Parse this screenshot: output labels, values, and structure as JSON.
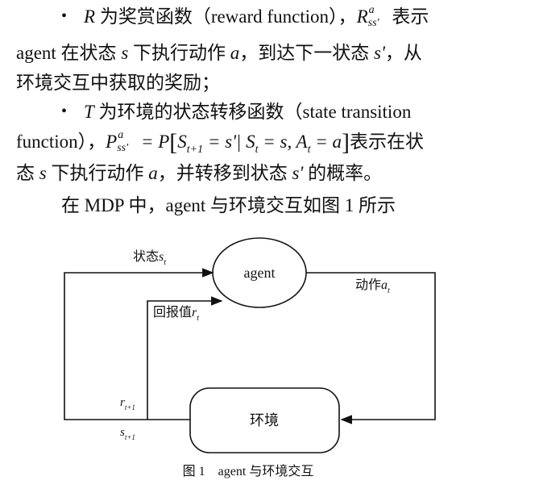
{
  "para": {
    "l1_bullet": "•",
    "l1_R": "R",
    "l1_a": " 为奖赏函数（reward function），",
    "l1_Rsym": "R",
    "l1_Rsup": "a",
    "l1_Rsub": "ss'",
    "l1_b": " 表示",
    "l2_a": "agent 在状态 ",
    "l2_s": "s",
    "l2_b": " 下执行动作 ",
    "l2_act": "a",
    "l2_c": "，到达下一状态 ",
    "l2_s2": "s'",
    "l2_d": "，从",
    "l3": "环境交互中获取的奖励；",
    "l4_bullet": "•",
    "l4_T": "T",
    "l4_a": " 为环境的状态转移函数（state transition",
    "l5_a": "function），",
    "l5_P": "P",
    "l5_Psup": "a",
    "l5_Psub": "ss'",
    "l5_eq": " = P",
    "l5_lb": "[",
    "l5_S1": "S",
    "l5_S1sub": "t+1",
    "l5_mid1": " = s'| S",
    "l5_S2sub": "t",
    "l5_mid2": " = s, A",
    "l5_Asub": "t",
    "l5_mid3": " = a",
    "l5_rb": "]",
    "l5_b": "表示在状",
    "l6_a": "态 ",
    "l6_s": "s",
    "l6_b": " 下执行动作 ",
    "l6_act": "a",
    "l6_c": "，并转移到状态 ",
    "l6_s2": "s'",
    "l6_d": " 的概率。",
    "l7": "在 MDP 中，agent 与环境交互如图 1 所示"
  },
  "diagram": {
    "agent": "agent",
    "env": "环境",
    "state_label": "状态",
    "state_sym": "s",
    "state_sub": "t",
    "action_label": "动作",
    "action_sym": "a",
    "action_sub": "t",
    "reward_label": "回报值",
    "reward_sym": "r",
    "reward_sub": "t",
    "r_next": "r",
    "r_next_sub": "t+1",
    "s_next": "s",
    "s_next_sub": "t+1"
  },
  "caption": "图 1    agent 与环境交互"
}
